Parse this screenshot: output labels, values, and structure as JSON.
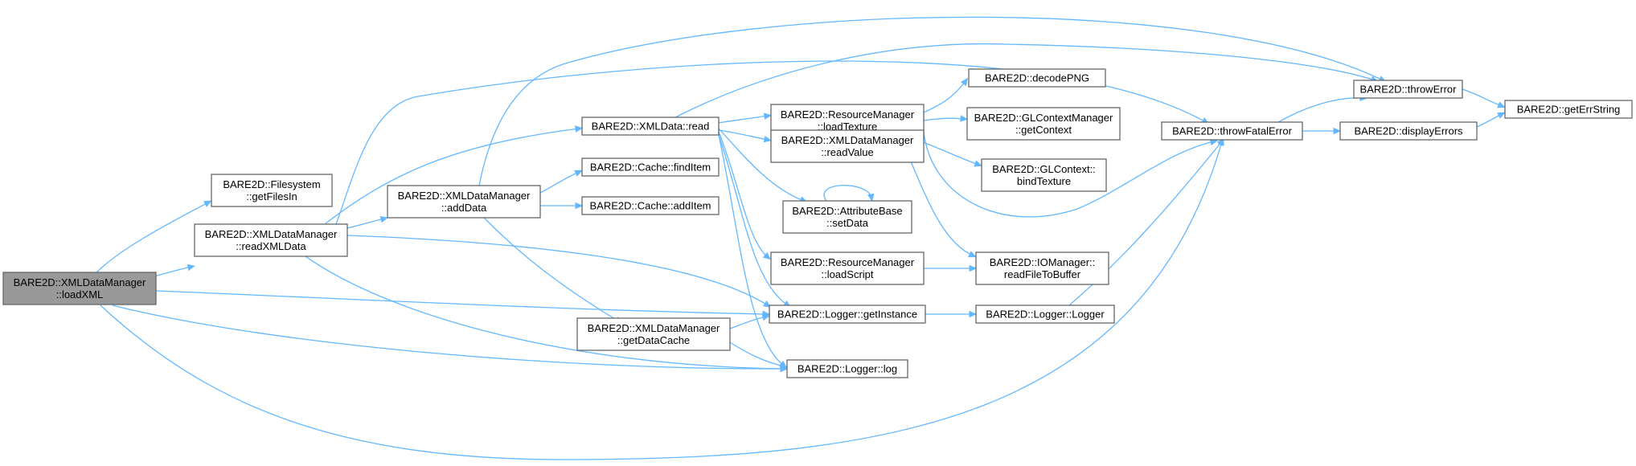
{
  "graph": {
    "nodes": [
      {
        "id": "loadXML",
        "lines": [
          "BARE2D::XMLDataManager",
          "::loadXML"
        ],
        "root": true
      },
      {
        "id": "getFilesIn",
        "lines": [
          "BARE2D::Filesystem",
          "::getFilesIn"
        ]
      },
      {
        "id": "readXMLData",
        "lines": [
          "BARE2D::XMLDataManager",
          "::readXMLData"
        ]
      },
      {
        "id": "addData",
        "lines": [
          "BARE2D::XMLDataManager",
          "::addData"
        ]
      },
      {
        "id": "XMLDataRead",
        "lines": [
          "BARE2D::XMLData::read"
        ]
      },
      {
        "id": "findItem",
        "lines": [
          "BARE2D::Cache::findItem"
        ]
      },
      {
        "id": "addItem",
        "lines": [
          "BARE2D::Cache::addItem"
        ]
      },
      {
        "id": "getDataCache",
        "lines": [
          "BARE2D::XMLDataManager",
          "::getDataCache"
        ]
      },
      {
        "id": "loadTexture",
        "lines": [
          "BARE2D::ResourceManager",
          "::loadTexture"
        ]
      },
      {
        "id": "readValue",
        "lines": [
          "BARE2D::XMLDataManager",
          "::readValue"
        ]
      },
      {
        "id": "setData",
        "lines": [
          "BARE2D::AttributeBase",
          "::setData"
        ]
      },
      {
        "id": "loadScript",
        "lines": [
          "BARE2D::ResourceManager",
          "::loadScript"
        ]
      },
      {
        "id": "getInstance",
        "lines": [
          "BARE2D::Logger::getInstance"
        ]
      },
      {
        "id": "log",
        "lines": [
          "BARE2D::Logger::log"
        ]
      },
      {
        "id": "decodePNG",
        "lines": [
          "BARE2D::decodePNG"
        ]
      },
      {
        "id": "getContext",
        "lines": [
          "BARE2D::GLContextManager",
          "::getContext"
        ]
      },
      {
        "id": "bindTexture",
        "lines": [
          "BARE2D::GLContext::",
          "bindTexture"
        ]
      },
      {
        "id": "readFileToBuffer",
        "lines": [
          "BARE2D::IOManager::",
          "readFileToBuffer"
        ]
      },
      {
        "id": "loggerCtor",
        "lines": [
          "BARE2D::Logger::Logger"
        ]
      },
      {
        "id": "throwFatalError",
        "lines": [
          "BARE2D::throwFatalError"
        ]
      },
      {
        "id": "throwError",
        "lines": [
          "BARE2D::throwError"
        ]
      },
      {
        "id": "displayErrors",
        "lines": [
          "BARE2D::displayErrors"
        ]
      },
      {
        "id": "getErrString",
        "lines": [
          "BARE2D::getErrString"
        ]
      }
    ],
    "edges": [
      {
        "from": "loadXML",
        "to": "getFilesIn"
      },
      {
        "from": "loadXML",
        "to": "readXMLData"
      },
      {
        "from": "loadXML",
        "to": "getInstance"
      },
      {
        "from": "loadXML",
        "to": "log"
      },
      {
        "from": "loadXML",
        "to": "throwFatalError"
      },
      {
        "from": "readXMLData",
        "to": "addData"
      },
      {
        "from": "readXMLData",
        "to": "XMLDataRead"
      },
      {
        "from": "readXMLData",
        "to": "getInstance"
      },
      {
        "from": "readXMLData",
        "to": "log"
      },
      {
        "from": "readXMLData",
        "to": "throwFatalError"
      },
      {
        "from": "addData",
        "to": "findItem"
      },
      {
        "from": "addData",
        "to": "addItem"
      },
      {
        "from": "addData",
        "to": "getDataCache"
      },
      {
        "from": "addData",
        "to": "throwError"
      },
      {
        "from": "XMLDataRead",
        "to": "loadTexture"
      },
      {
        "from": "XMLDataRead",
        "to": "readValue"
      },
      {
        "from": "XMLDataRead",
        "to": "setData"
      },
      {
        "from": "XMLDataRead",
        "to": "loadScript"
      },
      {
        "from": "XMLDataRead",
        "to": "getInstance"
      },
      {
        "from": "XMLDataRead",
        "to": "log"
      },
      {
        "from": "XMLDataRead",
        "to": "throwError"
      },
      {
        "from": "getDataCache",
        "to": "getInstance"
      },
      {
        "from": "getDataCache",
        "to": "log"
      },
      {
        "from": "loadTexture",
        "to": "decodePNG"
      },
      {
        "from": "loadTexture",
        "to": "getContext"
      },
      {
        "from": "loadTexture",
        "to": "bindTexture"
      },
      {
        "from": "loadTexture",
        "to": "readFileToBuffer"
      },
      {
        "from": "loadTexture",
        "to": "throwFatalError"
      },
      {
        "from": "setData",
        "to": "setData"
      },
      {
        "from": "loadScript",
        "to": "readFileToBuffer"
      },
      {
        "from": "getInstance",
        "to": "loggerCtor"
      },
      {
        "from": "loggerCtor",
        "to": "throwFatalError"
      },
      {
        "from": "throwFatalError",
        "to": "throwError"
      },
      {
        "from": "throwFatalError",
        "to": "displayErrors"
      },
      {
        "from": "throwError",
        "to": "getErrString"
      },
      {
        "from": "displayErrors",
        "to": "getErrString"
      }
    ]
  },
  "colors": {
    "edge": "#63b8ff",
    "node_border": "#666666",
    "node_fill": "#ffffff",
    "root_fill": "#999999",
    "text": "#000000"
  }
}
